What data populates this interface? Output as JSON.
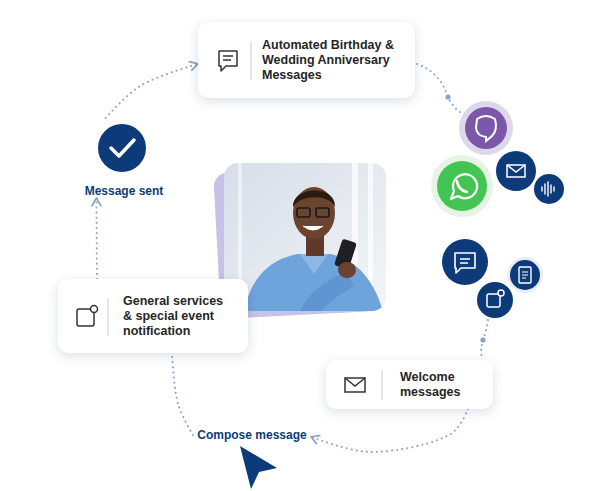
{
  "diagram": {
    "nodes": [
      {
        "text": [
          "Automated Birthday & Wedding Anniversary Messages"
        ]
      },
      {
        "text": [
          "Message sent"
        ]
      },
      {
        "text": [
          "General services & special event notification"
        ]
      },
      {
        "text": [
          "Welcome messages"
        ]
      },
      {
        "text": [
          "Compose message"
        ]
      }
    ],
    "edges": [
      {
        "from": 3,
        "to": 4,
        "arrow": "to"
      },
      {
        "from": 4,
        "to": 2,
        "arrow": "none"
      },
      {
        "from": 2,
        "to": 1,
        "arrow": "to"
      },
      {
        "from": 1,
        "to": 0,
        "arrow": "to"
      }
    ]
  }
}
